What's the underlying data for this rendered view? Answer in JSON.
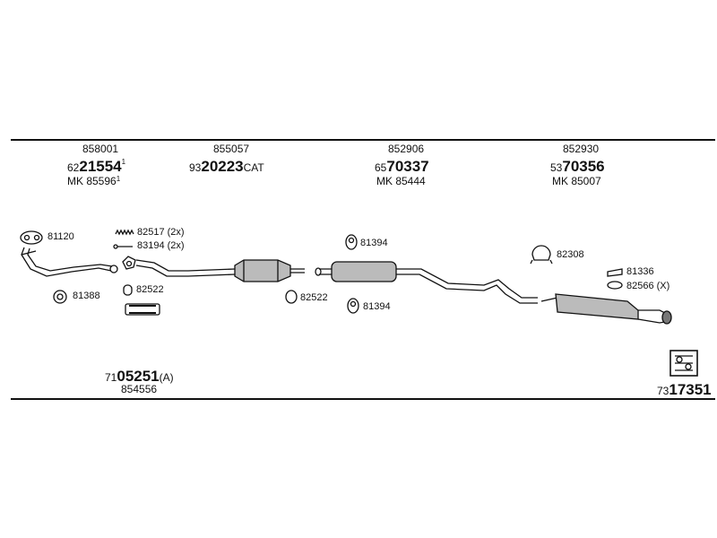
{
  "groups": [
    {
      "code": "858001",
      "main_prefix": "62",
      "main_bold": "21554",
      "main_sup": "1",
      "mk": "MK 85596",
      "mk_sup": "1"
    },
    {
      "code": "855057",
      "main_prefix": "93",
      "main_bold": "20223",
      "main_suffix": "CAT"
    },
    {
      "code": "852906",
      "main_prefix": "65",
      "main_bold": "70337",
      "mk": "MK 85444"
    },
    {
      "code": "852930",
      "main_prefix": "53",
      "main_bold": "70356",
      "mk": "MK 85007"
    }
  ],
  "parts": {
    "p81120": "81120",
    "p81388": "81388",
    "p82517": "82517 (2x)",
    "p83194": "83194 (2x)",
    "p82522a": "82522",
    "p82522b": "82522",
    "p81394a": "81394",
    "p81394b": "81394",
    "p82308": "82308",
    "p81336": "81336",
    "p82566": "82566 (X)"
  },
  "footer": {
    "kit_prefix": "71",
    "kit_bold": "05251",
    "kit_suffix": "(A)",
    "kit_sub": "854556",
    "ref_prefix": "73",
    "ref_bold": "17351"
  }
}
